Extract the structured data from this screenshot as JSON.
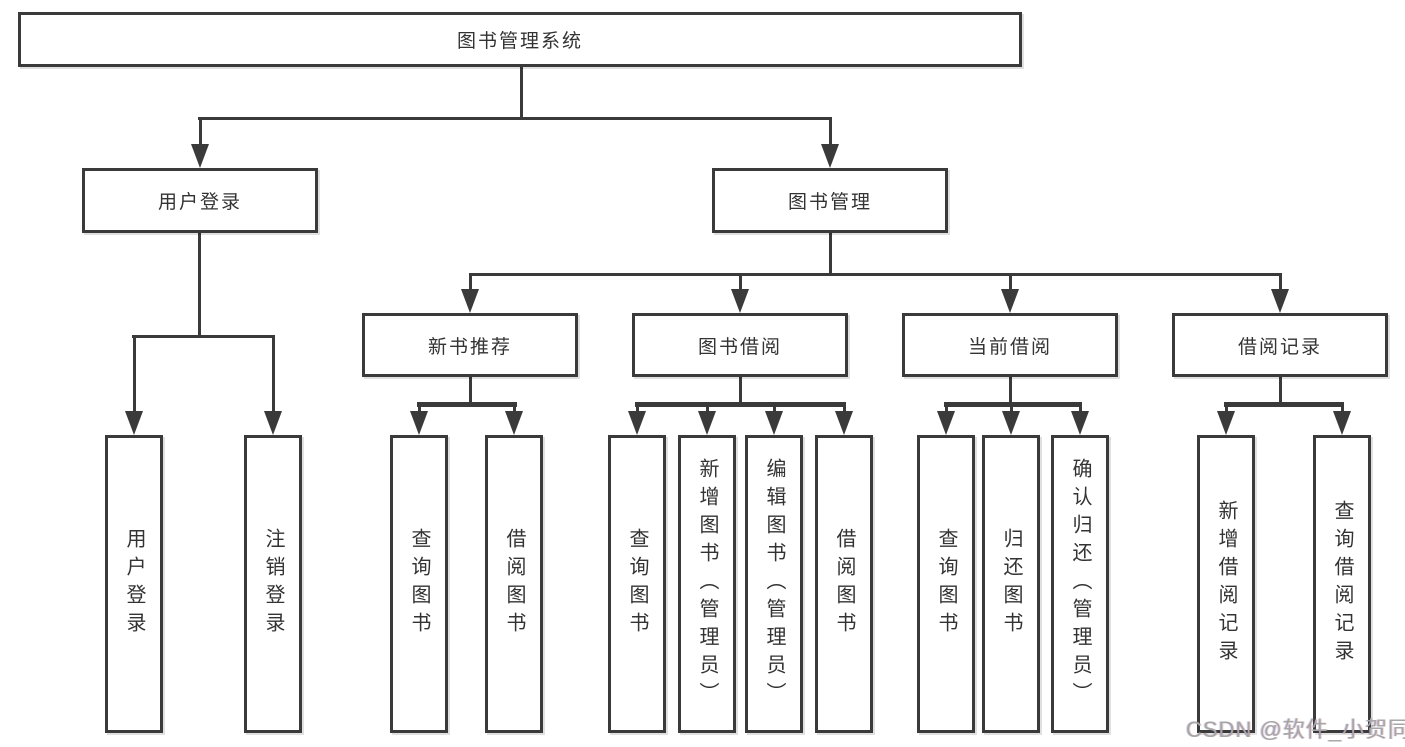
{
  "diagram": {
    "title": "图书管理系统",
    "root": {
      "label": "图书管理系统"
    },
    "level2": [
      {
        "label": "用户登录"
      },
      {
        "label": "图书管理"
      }
    ],
    "level3": [
      {
        "label": "新书推荐"
      },
      {
        "label": "图书借阅"
      },
      {
        "label": "当前借阅"
      },
      {
        "label": "借阅记录"
      }
    ],
    "leaves": {
      "user_login": [
        {
          "label": "用户登录"
        },
        {
          "label": "注销登录"
        }
      ],
      "new_book_recommend": [
        {
          "label": "查询图书"
        },
        {
          "label": "借阅图书"
        }
      ],
      "book_borrow": [
        {
          "label": "查询图书"
        },
        {
          "label": "新增图书（管理员）"
        },
        {
          "label": "编辑图书（管理员）"
        },
        {
          "label": "借阅图书"
        }
      ],
      "current_borrow": [
        {
          "label": "查询图书"
        },
        {
          "label": "归还图书"
        },
        {
          "label": "确认归还（管理员）"
        }
      ],
      "borrow_records": [
        {
          "label": "新增借阅记录"
        },
        {
          "label": "查询借阅记录"
        }
      ]
    }
  },
  "watermark": {
    "text": "CSDN @软件_小贺同学"
  },
  "colors": {
    "line": "#3a3a3a",
    "text": "#333333",
    "background": "#ffffff",
    "watermark": "#a6a6a6"
  }
}
